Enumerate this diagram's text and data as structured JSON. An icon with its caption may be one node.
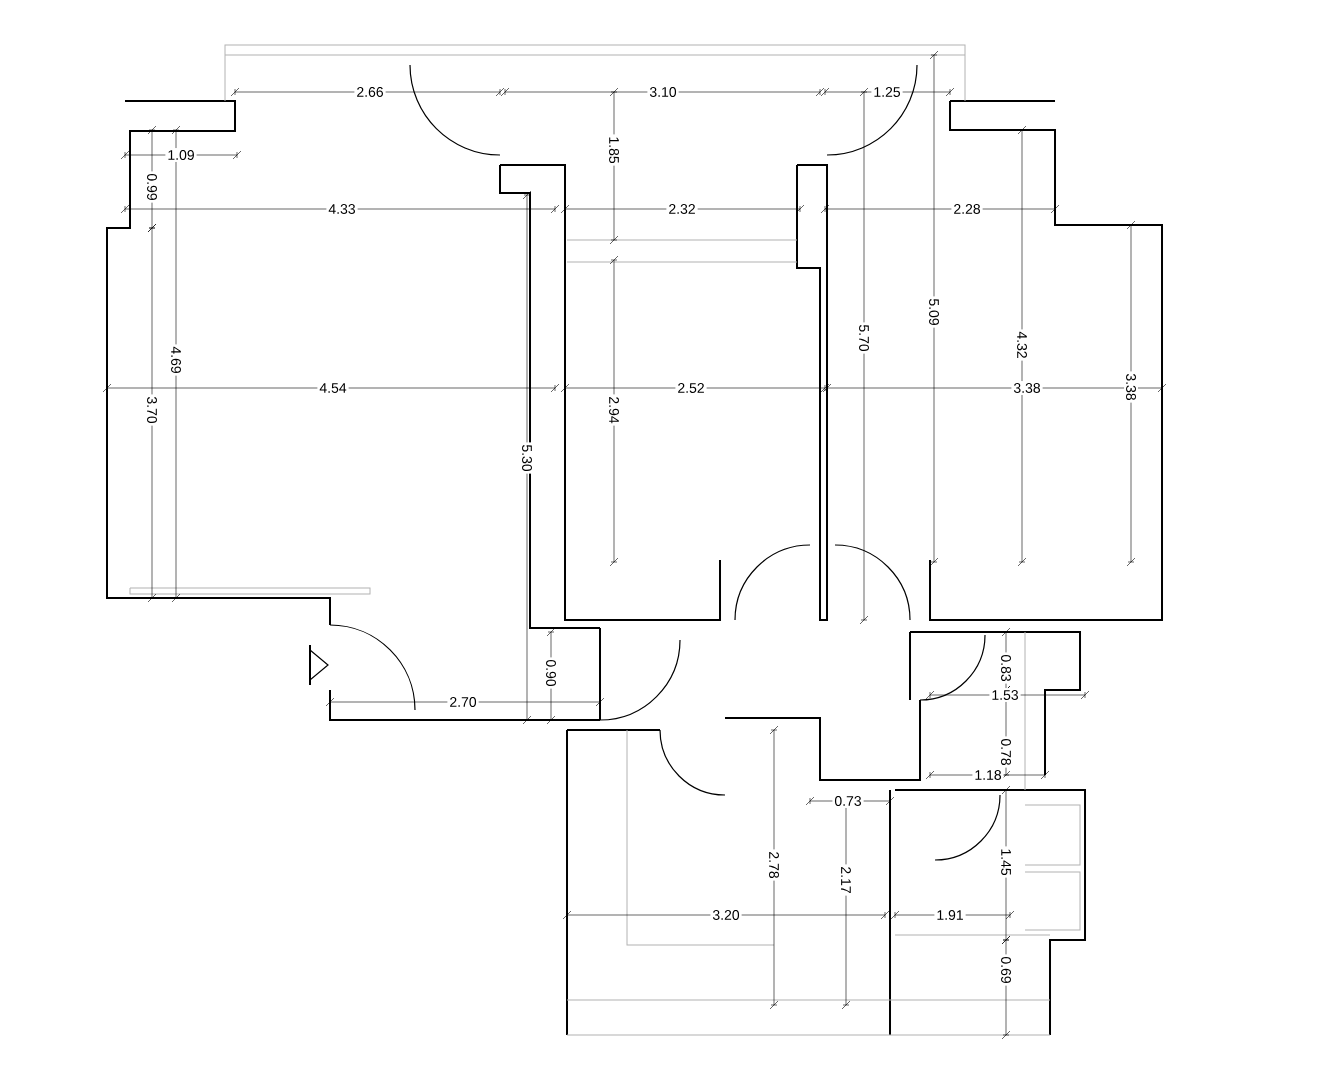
{
  "diagram": {
    "labels": [
      "2.66",
      "3.10",
      "1.25",
      "1.09",
      "1.85",
      "0.99",
      "4.33",
      "2.32",
      "2.28",
      "5.70",
      "5.09",
      "4.32",
      "4.69",
      "4.54",
      "2.52",
      "3.38",
      "3.38",
      "3.70",
      "2.94",
      "5.30",
      "0.90",
      "0.83",
      "1.53",
      "2.70",
      "0.78",
      "1.18",
      "0.73",
      "2.78",
      "1.45",
      "2.17",
      "3.20",
      "1.91",
      "0.69"
    ]
  }
}
